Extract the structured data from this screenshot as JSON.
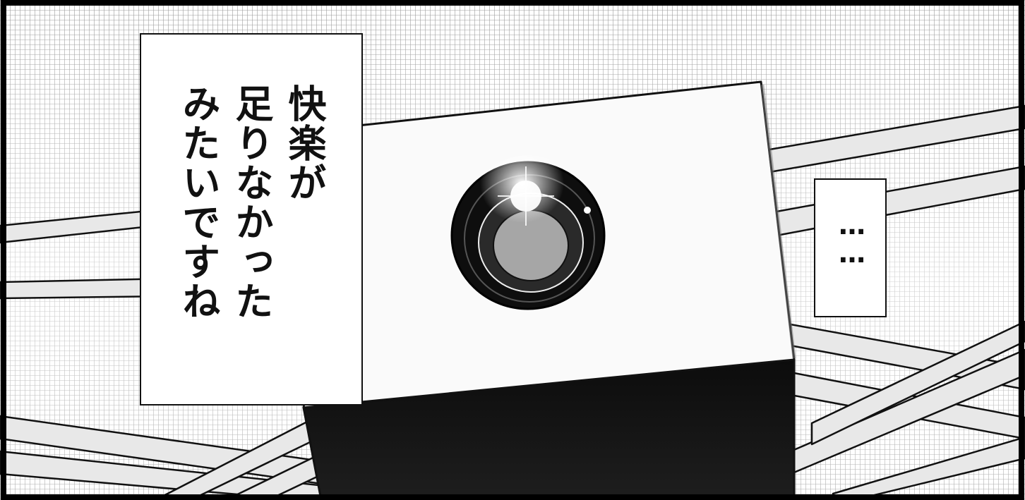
{
  "caption_main": {
    "lines": [
      "快楽が",
      "足りなかった",
      "みたいですね"
    ]
  },
  "caption_ellipsis": {
    "text": "……"
  }
}
